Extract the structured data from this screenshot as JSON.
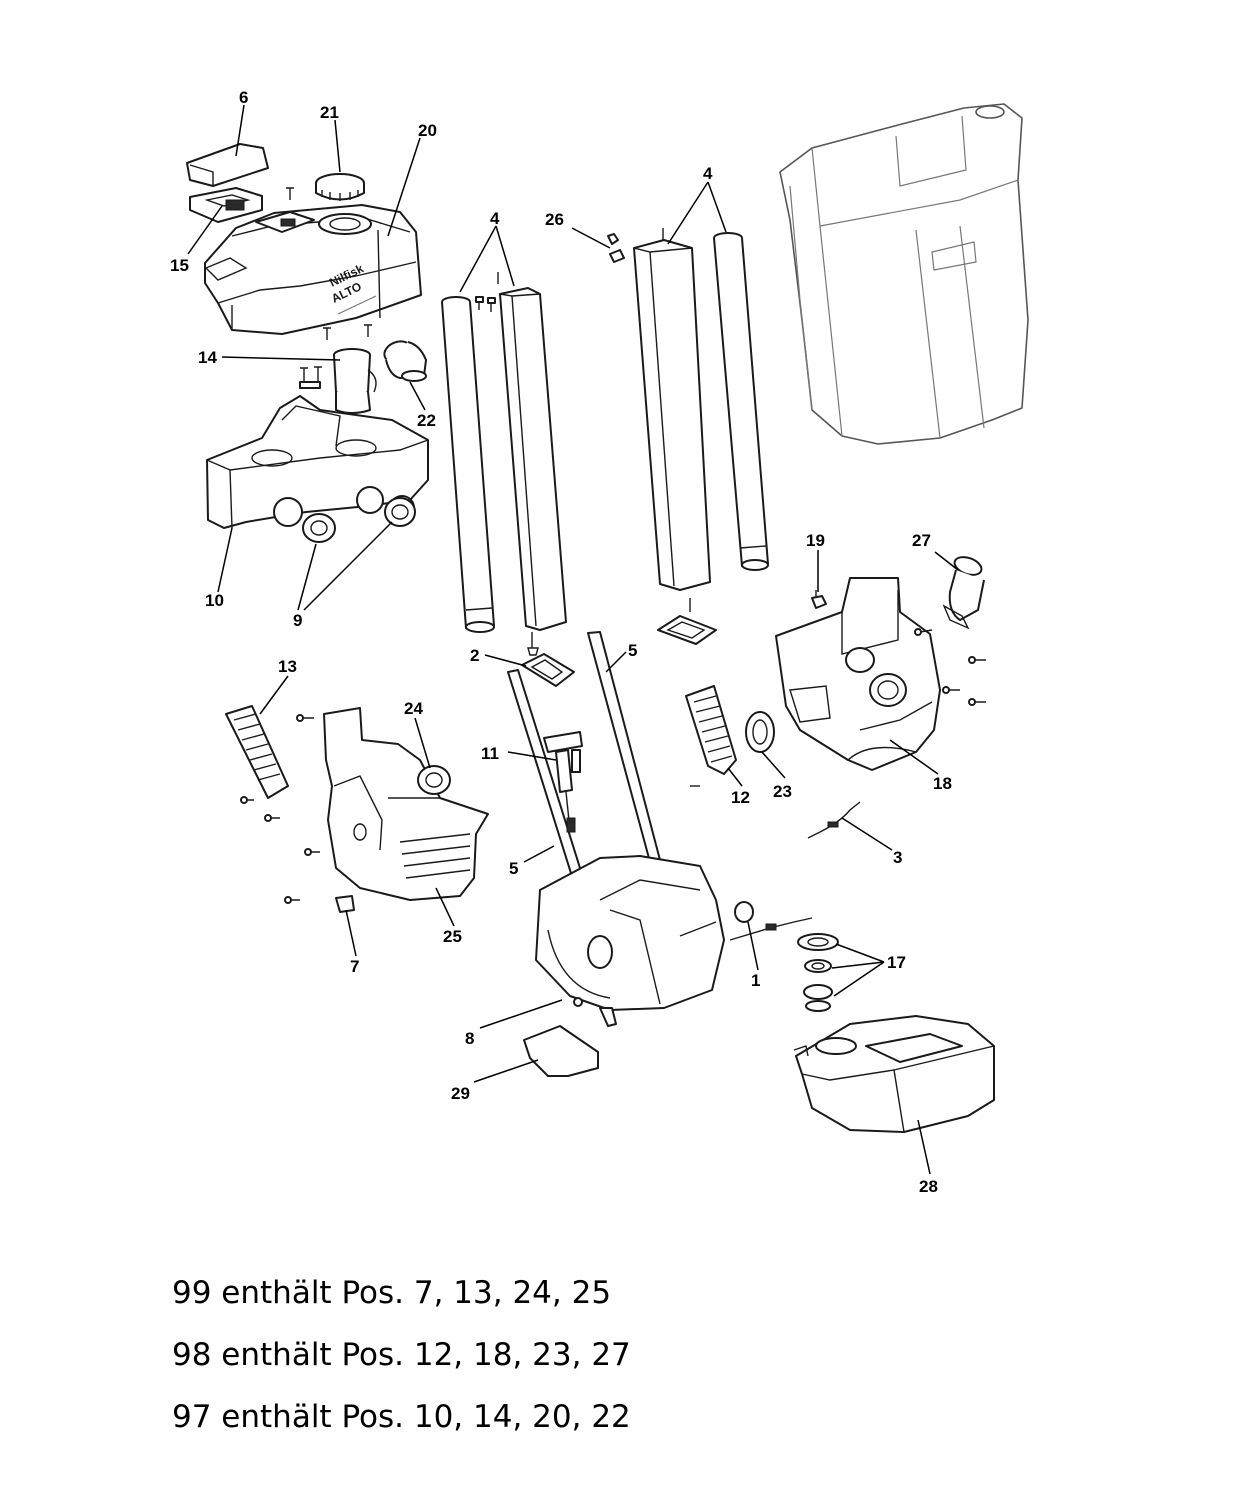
{
  "callouts": [
    "6",
    "21",
    "20",
    "15",
    "14",
    "22",
    "10",
    "9",
    "4",
    "4",
    "26",
    "2",
    "5",
    "5",
    "11",
    "13",
    "24",
    "25",
    "7",
    "8",
    "29",
    "19",
    "27",
    "12",
    "23",
    "18",
    "3",
    "1",
    "17",
    "28"
  ],
  "logo": {
    "brand": "Nilfisk",
    "brand2": "ALTO"
  },
  "notes": [
    "99 enthält Pos. 7, 13, 24, 25",
    "98 enthält Pos. 12, 18, 23, 27",
    "97 enthält Pos. 10, 14, 20, 22"
  ]
}
